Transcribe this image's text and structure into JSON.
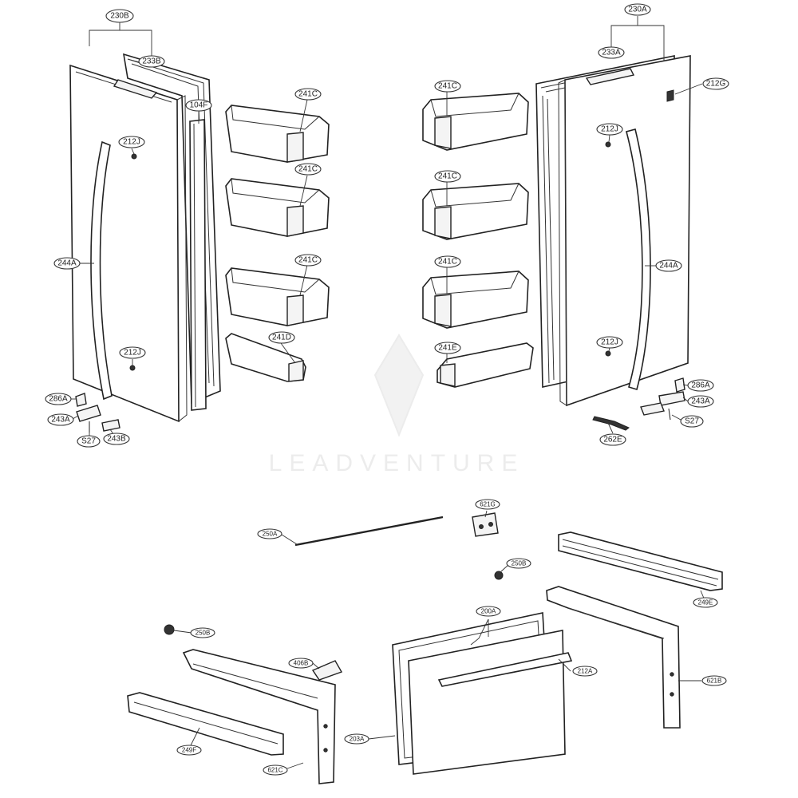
{
  "watermark": "LEADVENTURE",
  "callouts": [
    {
      "id": "c-230b",
      "text": "230B"
    },
    {
      "id": "c-233b",
      "text": "233B"
    },
    {
      "id": "c-104f",
      "text": "104F"
    },
    {
      "id": "c-212j-l1",
      "text": "212J"
    },
    {
      "id": "c-244a-l",
      "text": "244A"
    },
    {
      "id": "c-212j-l2",
      "text": "212J"
    },
    {
      "id": "c-286a-l",
      "text": "286A"
    },
    {
      "id": "c-243a-l",
      "text": "243A"
    },
    {
      "id": "c-s27-l",
      "text": "S27"
    },
    {
      "id": "c-243b",
      "text": "243B"
    },
    {
      "id": "c-241c-l1",
      "text": "241C"
    },
    {
      "id": "c-241c-l2",
      "text": "241C"
    },
    {
      "id": "c-241c-l3",
      "text": "241C"
    },
    {
      "id": "c-241d",
      "text": "241D"
    },
    {
      "id": "c-241c-r1",
      "text": "241C"
    },
    {
      "id": "c-241c-r2",
      "text": "241C"
    },
    {
      "id": "c-241c-r3",
      "text": "241C"
    },
    {
      "id": "c-241e",
      "text": "241E"
    },
    {
      "id": "c-230a",
      "text": "230A"
    },
    {
      "id": "c-233a",
      "text": "233A"
    },
    {
      "id": "c-212g",
      "text": "212G"
    },
    {
      "id": "c-212j-r1",
      "text": "212J"
    },
    {
      "id": "c-244a-r",
      "text": "244A"
    },
    {
      "id": "c-212j-r2",
      "text": "212J"
    },
    {
      "id": "c-286a-r",
      "text": "286A"
    },
    {
      "id": "c-243a-r",
      "text": "243A"
    },
    {
      "id": "c-s27-r",
      "text": "S27"
    },
    {
      "id": "c-262e",
      "text": "262E"
    },
    {
      "id": "c-250a",
      "text": "250A"
    },
    {
      "id": "c-621g",
      "text": "621G"
    },
    {
      "id": "c-250b-r",
      "text": "250B"
    },
    {
      "id": "c-249e",
      "text": "249E"
    },
    {
      "id": "c-200a",
      "text": "200A"
    },
    {
      "id": "c-250b-l",
      "text": "250B"
    },
    {
      "id": "c-406b",
      "text": "406B"
    },
    {
      "id": "c-212a",
      "text": "212A"
    },
    {
      "id": "c-621b",
      "text": "621B"
    },
    {
      "id": "c-249f",
      "text": "249F"
    },
    {
      "id": "c-203a",
      "text": "203A"
    },
    {
      "id": "c-621c",
      "text": "621C"
    }
  ]
}
